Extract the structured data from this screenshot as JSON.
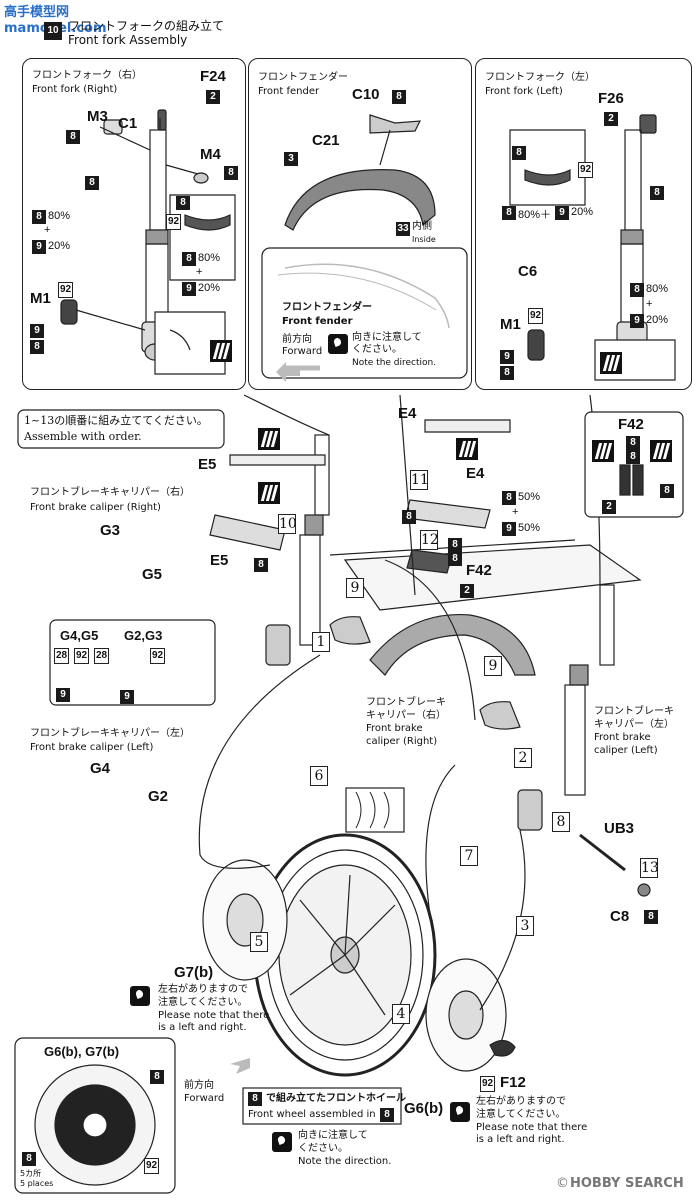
{
  "header": {
    "logo": "高手模型网 mamodel.com",
    "step_marker": "10",
    "title_jp": "フロントフォークの組み立て",
    "title_en": "Front fork Assembly"
  },
  "panel_fork_right": {
    "label_jp": "フロントフォーク（右）",
    "label_en": "Front fork (Right)",
    "parts": [
      "F24",
      "M3",
      "C1",
      "M4",
      "M1"
    ],
    "mix_a": "80%",
    "mix_plus": "+",
    "mix_b": "20%"
  },
  "panel_fender": {
    "label_jp": "フロントフェンダー",
    "label_en": "Front fender",
    "parts": [
      "C10",
      "C21"
    ],
    "inside_jp": "内側",
    "inside_en": "Inside",
    "sub_label_jp": "フロントフェンダー",
    "sub_label_en": "Front fender",
    "forward_jp": "前方向",
    "forward_en": "Forward",
    "note_jp_1": "向きに注意して",
    "note_jp_2": "ください。",
    "note_en": "Note the direction."
  },
  "panel_fork_left": {
    "label_jp": "フロントフォーク（左）",
    "label_en": "Front fork (Left)",
    "parts": [
      "F26",
      "C6",
      "M1"
    ],
    "mix_a": "80%",
    "mix_b": "20%",
    "mix_inline": "80%＋",
    "mix_inline_b": "20%"
  },
  "order_note": {
    "jp": "1~13の順番に組み立ててください。",
    "en": "Assemble with order."
  },
  "colors": {
    "c2": "2",
    "c3": "3",
    "c8": "8",
    "c9": "9",
    "c28": "28",
    "c33": "33",
    "c92": "92"
  },
  "main_parts": {
    "e4_top": "E4",
    "e5_top": "E5",
    "e5": "E5",
    "e4": "E4",
    "f42_box": "F42",
    "f42": "F42",
    "ub3": "UB3",
    "c8": "C8",
    "f12": "F12",
    "g7b": "G7(b)",
    "g6b": "G6(b)"
  },
  "steps": [
    "1",
    "2",
    "3",
    "4",
    "5",
    "6",
    "7",
    "8",
    "9",
    "10",
    "11",
    "12",
    "13"
  ],
  "e4_mix": {
    "a": "50%",
    "plus": "+",
    "b": "50%"
  },
  "caliper_right": {
    "label_jp": "フロントブレーキキャリパー（右）",
    "label_en": "Front brake caliper (Right)",
    "g3": "G3",
    "g5": "G5",
    "g4g5": "G4,G5",
    "g2g3": "G2,G3"
  },
  "caliper_left": {
    "label_jp": "フロントブレーキキャリパー（左）",
    "label_en": "Front brake caliper (Left)",
    "g4": "G4",
    "g2": "G2"
  },
  "callout_right": {
    "jp": "フロントブレーキ",
    "jp2": "キャリパー（右）",
    "en1": "Front brake",
    "en2": "caliper (Right)"
  },
  "callout_left": {
    "jp": "フロントブレーキ",
    "jp2": "キャリパー（左）",
    "en1": "Front brake",
    "en2": "caliper (Left)"
  },
  "lr_note_1": {
    "jp1": "左右がありますので",
    "jp2": "注意してください。",
    "en1": "Please note that there",
    "en2": "is a left and right."
  },
  "lr_note_2": {
    "jp1": "左右がありますので",
    "jp2": "注意してください。",
    "en1": "Please note that there",
    "en2": "is a left and right."
  },
  "disc_detail": {
    "label": "G6(b), G7(b)",
    "places_jp": "5カ所",
    "places_en": "5 places"
  },
  "wheel": {
    "forward_jp": "前方向",
    "forward_en": "Forward",
    "assembled_jp": "で組み立てたフロントホイール",
    "assembled_en": "Front wheel assembled in",
    "step_ref": "8",
    "note_jp_1": "向きに注意して",
    "note_jp_2": "ください。",
    "note_en": "Note the direction."
  },
  "footer": {
    "watermark": "HOBBY SEARCH",
    "copyright": "©"
  }
}
